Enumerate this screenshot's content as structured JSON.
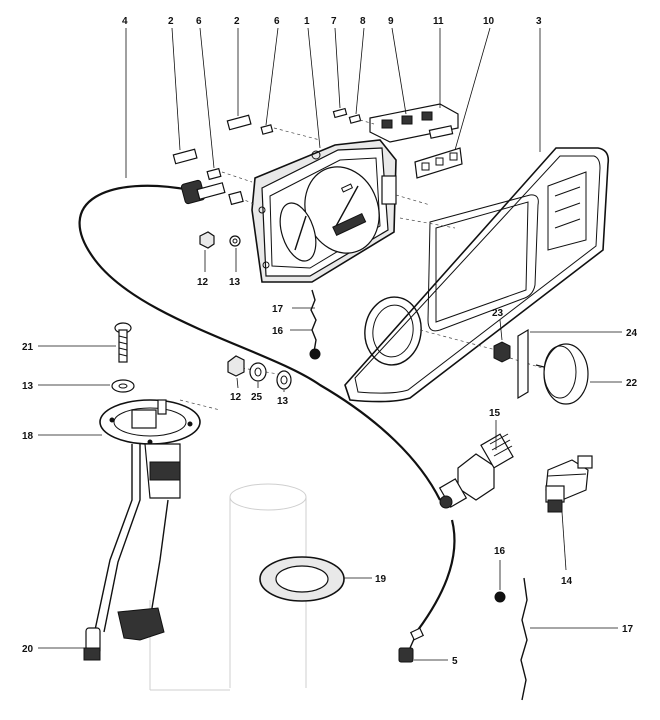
{
  "labels": {
    "l4": "4",
    "l2a": "2",
    "l6a": "6",
    "l2b": "2",
    "l6b": "6",
    "l1": "1",
    "l7": "7",
    "l8": "8",
    "l9": "9",
    "l11": "11",
    "l10": "10",
    "l3": "3",
    "l12a": "12",
    "l13a": "13",
    "l17a": "17",
    "l16a": "16",
    "l23": "23",
    "l24": "24",
    "l21": "21",
    "l13b": "13",
    "l12b": "12",
    "l25": "25",
    "l13c": "13",
    "l22": "22",
    "l18": "18",
    "l15": "15",
    "l14": "14",
    "l16b": "16",
    "l19": "19",
    "l17b": "17",
    "l20": "20",
    "l5": "5"
  }
}
